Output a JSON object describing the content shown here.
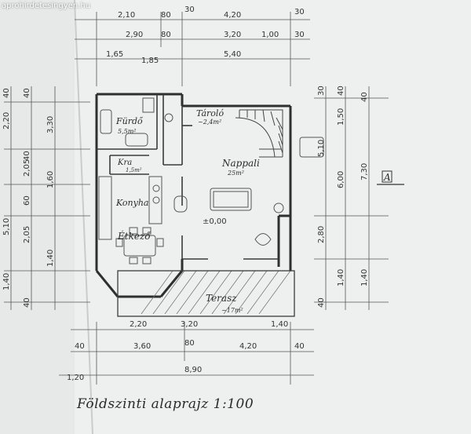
{
  "watermark": "aprohirdetesingyen.hu",
  "caption": "Földszinti alaprajz 1:100",
  "rooms": {
    "furdo": "Fürdő",
    "furdo_area": "5,5m²",
    "tarolo": "Tároló",
    "tarolo_area": "~2,4m²",
    "nappali": "Nappali",
    "nappali_area": "25m²",
    "kamra": "Kra",
    "kamra_area": "1,5m²",
    "konyha": "Konyha",
    "etkezo": "Étkező",
    "terasz": "Terasz",
    "terasz_area": "~17m²"
  },
  "dimensions_top": {
    "row1": [
      "2,10",
      "80",
      "30",
      "4,20",
      "30"
    ],
    "row2": [
      "2,90",
      "80",
      "3,20",
      "1,00",
      "30"
    ],
    "row3": [
      "1,65",
      "1,85",
      "5,40"
    ]
  },
  "dimensions_bottom": {
    "row1": [
      "2,20",
      "3,20",
      "1,40"
    ],
    "row2": [
      "40",
      "3,60",
      "80",
      "4,20",
      "40"
    ],
    "row3": [
      "1,20",
      "8,90"
    ]
  },
  "dimensions_left": {
    "outer": [
      "2,20",
      "3,30",
      "2,05",
      "5,10",
      "1,40"
    ],
    "inner": [
      "40",
      "40",
      "40",
      "1,60",
      "60",
      "2,05",
      "1,40",
      "40"
    ]
  },
  "dimensions_right": {
    "outer": [
      "40",
      "5,10",
      "6,00",
      "7,30",
      "2,80",
      "1,40",
      "1,40"
    ],
    "inner": [
      "30",
      "40",
      "1,50",
      "40"
    ]
  },
  "misc": {
    "level_mark": "±0,00",
    "section_mark": "A"
  }
}
